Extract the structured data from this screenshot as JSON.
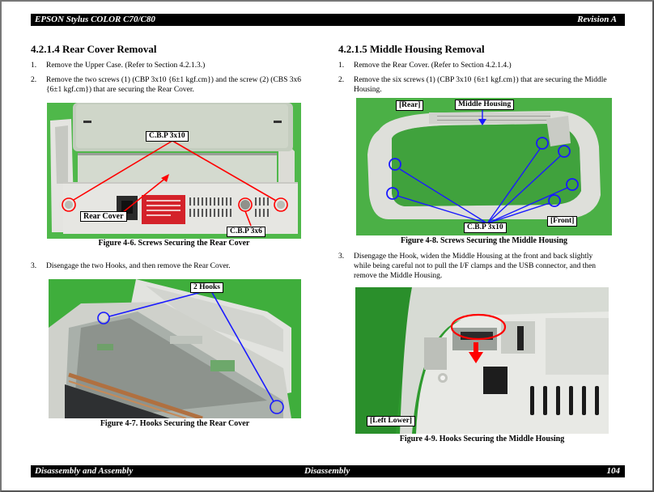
{
  "header": {
    "title": "EPSON Stylus COLOR C70/C80",
    "revision": "Revision A"
  },
  "footer": {
    "chapter": "Disassembly and Assembly",
    "section": "Disassembly",
    "page_number": "104"
  },
  "left": {
    "heading": "4.2.1.4  Rear Cover Removal",
    "steps": [
      {
        "num": "1.",
        "text": "Remove the Upper Case. (Refer to Section 4.2.1.3.)"
      },
      {
        "num": "2.",
        "text_line1": "Remove the two screws (1) (CBP 3x10 {6±1 kgf.cm}) and the screw (2) (CBS 3x6",
        "text_line2": "{6±1 kgf.cm}) that are securing the Rear Cover."
      },
      {
        "num": "3.",
        "text": "Disengage the two Hooks, and then remove the Rear Cover."
      }
    ],
    "figure_6": {
      "callout_screws_top": "C.B.P 3x10",
      "callout_rear_cover": "Rear Cover",
      "callout_screw_bottom": "C.B.P 3x6",
      "caption": "Figure 4-6.  Screws Securing the Rear Cover"
    },
    "figure_7": {
      "callout_hooks": "2 Hooks",
      "caption": "Figure 4-7.  Hooks Securing the Rear Cover"
    }
  },
  "right": {
    "heading": "4.2.1.5  Middle Housing Removal",
    "steps": [
      {
        "num": "1.",
        "text": "Remove the Rear Cover. (Refer to Section 4.2.1.4.)"
      },
      {
        "num": "2.",
        "text_line1": "Remove the six screws (1) (CBP 3x10 {6±1 kgf.cm}) that are securing the Middle",
        "text_line2": "Housing."
      },
      {
        "num": "3.",
        "text_line1": "Disengage the Hook, widen the Middle Housing at the front and back slightly",
        "text_line2": "while being careful not to pull the I/F clamps and the USB connector, and then",
        "text_line3": "remove the Middle Housing."
      }
    ],
    "figure_8": {
      "callout_rear": "[Rear]",
      "callout_middle_housing": "Middle Housing",
      "callout_screws": "C.B.P 3x10",
      "callout_front": "[Front]",
      "caption": "Figure 4-8.  Screws Securing the Middle Housing"
    },
    "figure_9": {
      "callout_position": "[Left Lower]",
      "caption": "Figure 4-9.  Hooks Securing the Middle Housing"
    }
  },
  "colors": {
    "bar_background": "#000000",
    "photo_green": "#4fb84a",
    "callout_red": "#ff0000",
    "callout_blue": "#1a1aff"
  }
}
